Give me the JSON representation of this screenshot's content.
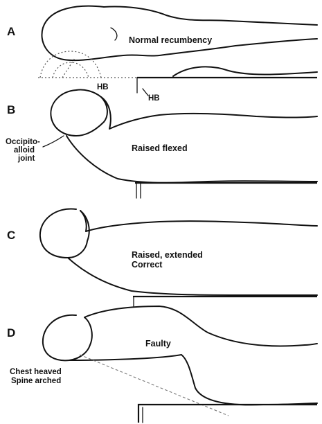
{
  "panels": [
    {
      "letter": "A",
      "labels": [
        "Normal recumbency"
      ]
    },
    {
      "letter": "B",
      "labels": [
        "Raised flexed"
      ]
    },
    {
      "letter": "C",
      "labels": [
        "Raised, extended",
        "Correct"
      ]
    },
    {
      "letter": "D",
      "labels": [
        "Faulty"
      ]
    }
  ],
  "annotations": {
    "hb_left": "HB",
    "hb_right": "HB",
    "joint_line1": "Occipito-",
    "joint_line2": "alloid",
    "joint_line3": "joint",
    "chest_line1": "Chest heaved",
    "chest_line2": "Spine arched"
  }
}
